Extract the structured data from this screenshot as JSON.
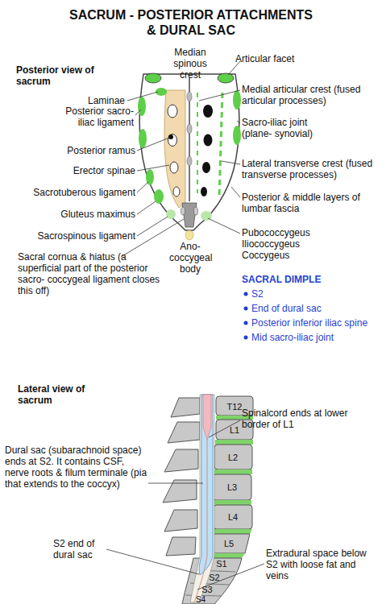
{
  "diagram": {
    "title": "SACRUM - POSTERIOR ATTACHMENTS & DURAL SAC",
    "labels": [
      "Posterior view of sacrum",
      "Laminae",
      "Median spinous crest",
      "Articular facet",
      "Posterior sacro- iliac ligament",
      "Medial articular crest (fused articular processes)",
      "Posterior ramus",
      "Sacro-iliac joint (plane- synovial)",
      "Erector spinae",
      "Lateral transverse crest (fused transverse processes)",
      "Sacrotuberous ligament",
      "Gluteus maximus",
      "Posterior & middle layers of lumbar fascia",
      "Sacrospinous ligament",
      "Pubococcygeus Iliococcygeus Coccygeus",
      "Ano- coccygeal body",
      "Sacral cornua & hiatus (a superficial part of the posterior sacro- coccygeal ligament closes this off)",
      "SACRAL DIMPLE",
      "S2",
      "End of dural sac",
      "Posterior inferior iliac spine",
      "Mid sacro-iliac joint",
      "Lateral view of sacrum",
      "T12",
      "L1",
      "L2",
      "L3",
      "L4",
      "L5",
      "S1",
      "S2",
      "S3",
      "S4",
      "Spinalcord ends at lower border of L1",
      "Dural sac (subarachnoid space) ends at S2. It contains CSF, nerve roots & filum terminale (pia that extends to the coccyx)",
      "S2 end of dural sac",
      "Extradural space below S2 with loose fat and veins"
    ]
  }
}
